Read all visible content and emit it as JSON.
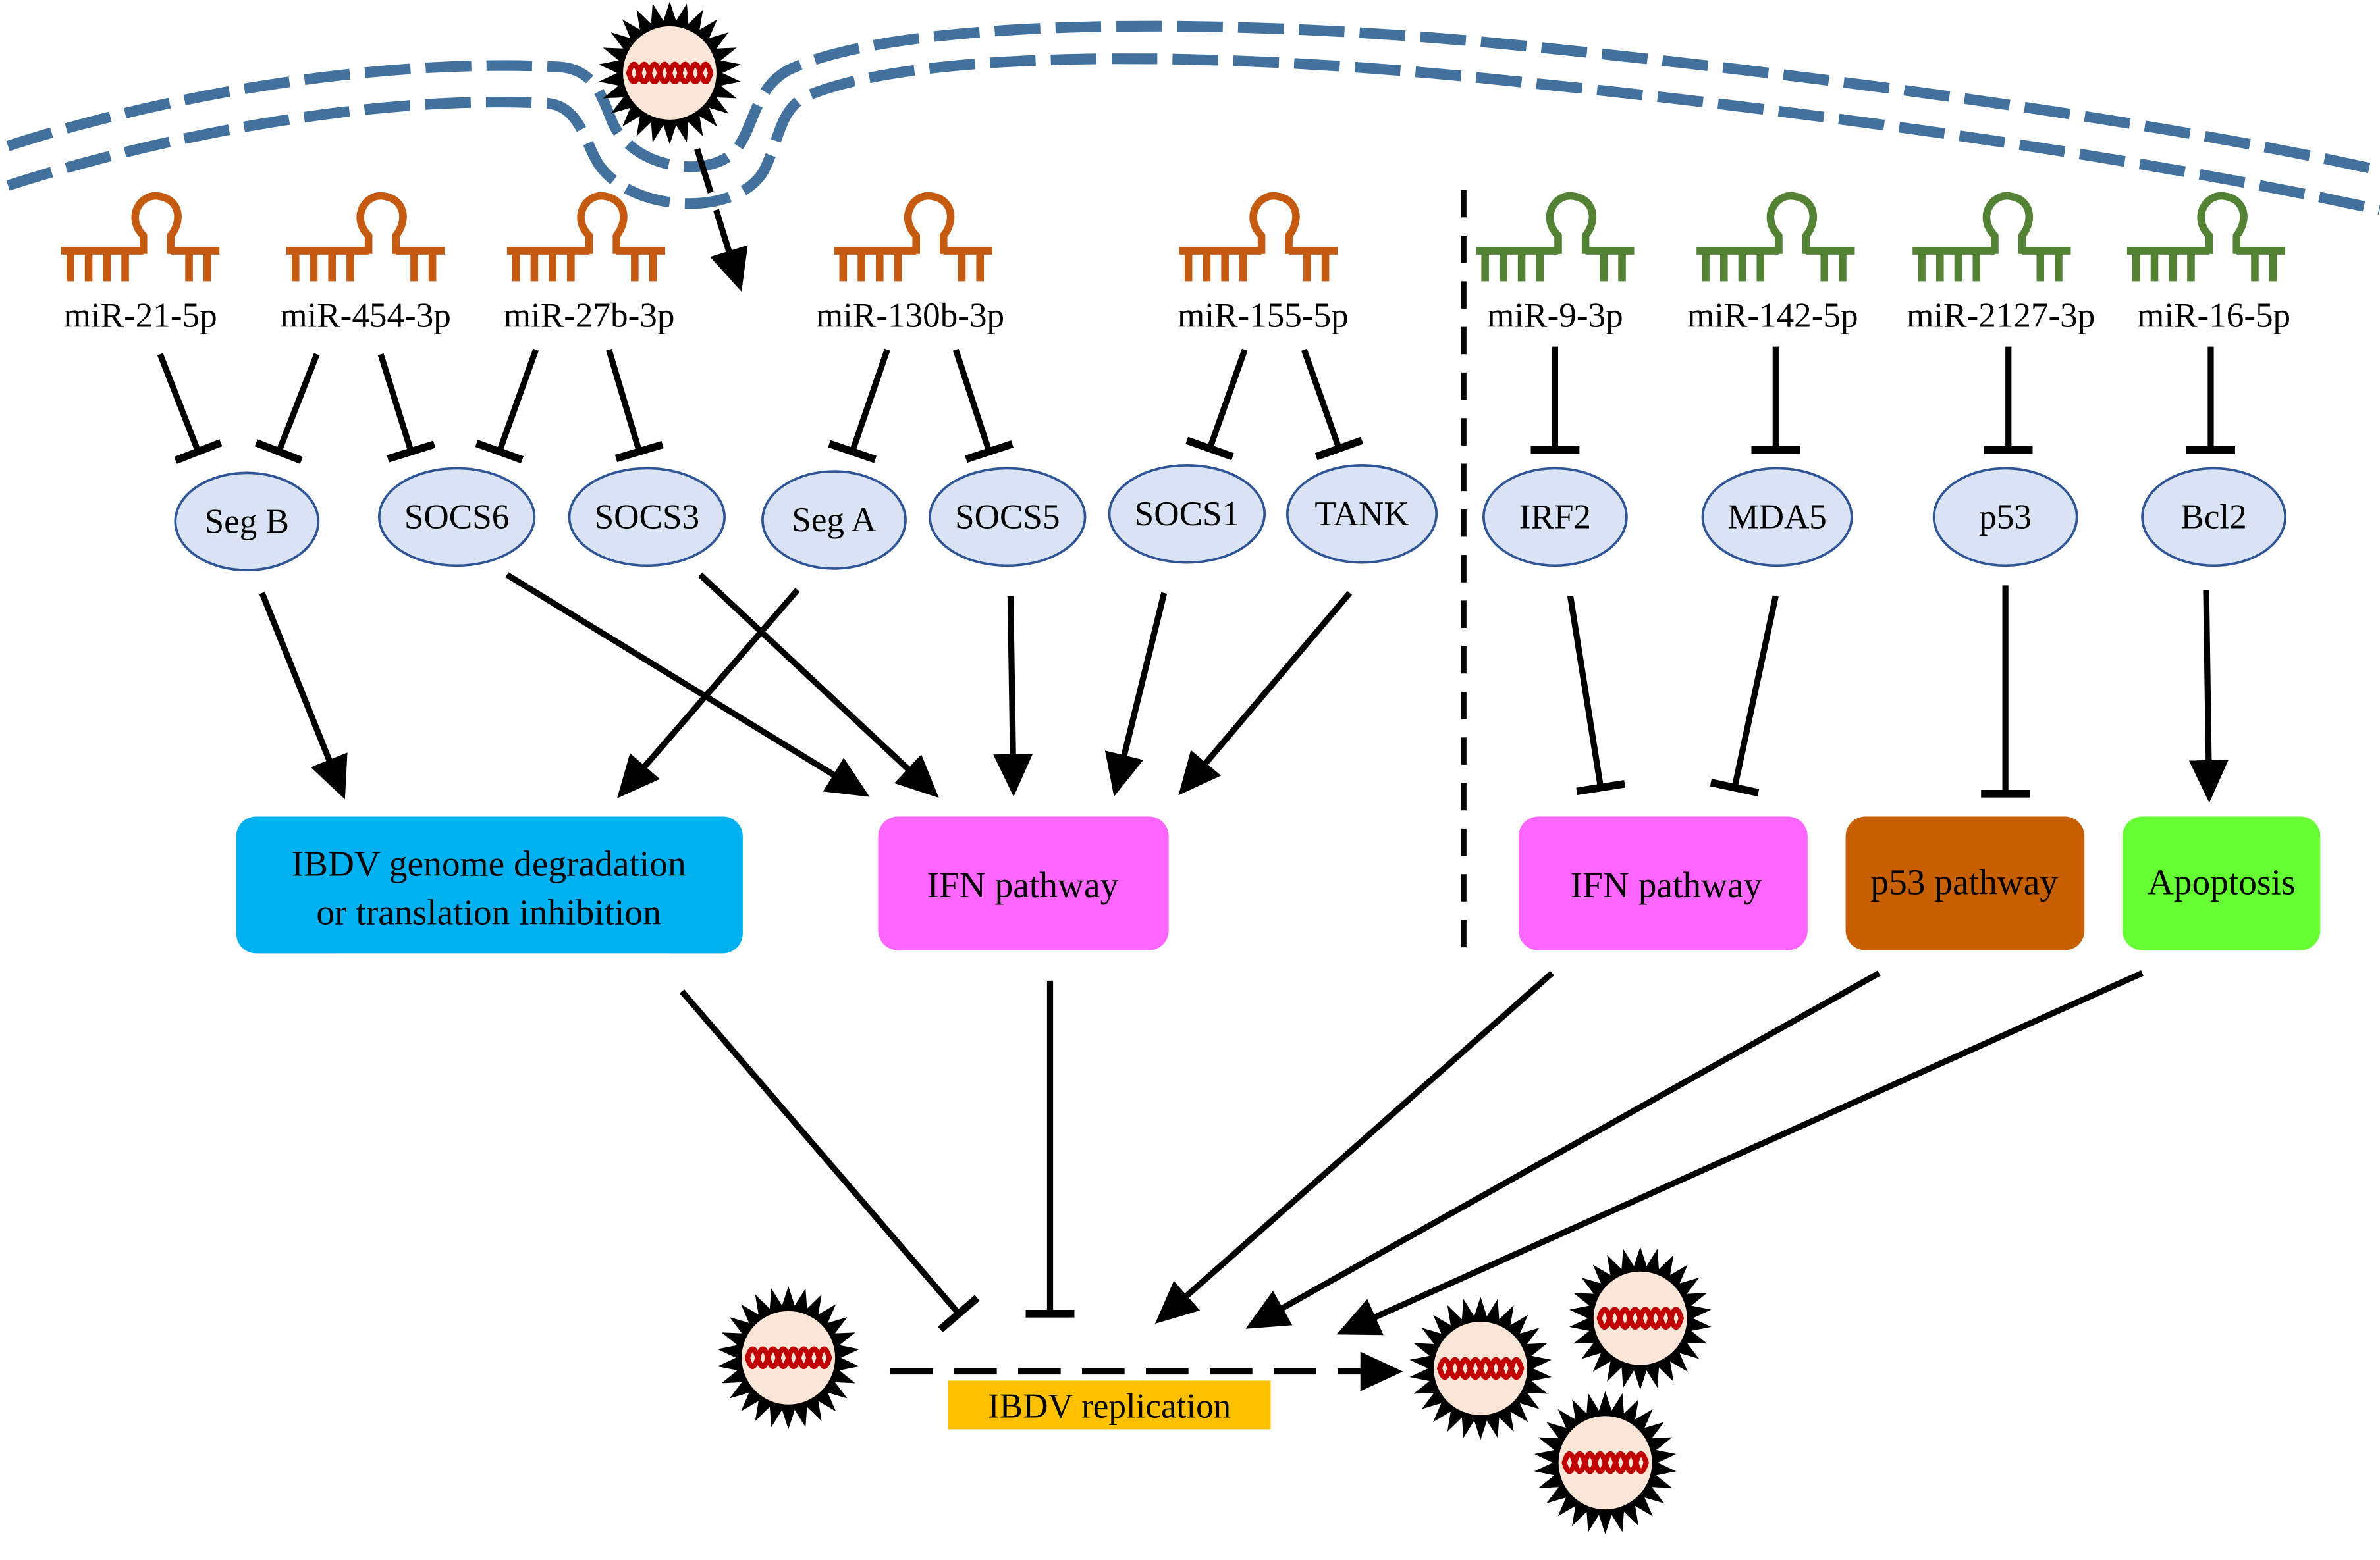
{
  "colors": {
    "membrane": "#41719c",
    "mirna_left": "#c55a11",
    "mirna_right": "#548235",
    "target_fill": "#dae3f3",
    "box_degradation": "#00b0f0",
    "box_ifn": "#ff66ff",
    "box_p53": "#c65f00",
    "box_apoptosis": "#66ff33",
    "replication_label": "#ffc000",
    "virus_capsid": "#fbe5d6",
    "virus_genome": "#c00000"
  },
  "icons": {
    "virus": "virus-particle-icon",
    "mirna": "mirna-hairpin-icon"
  },
  "mirnas": {
    "left": [
      "miR-21-5p",
      "miR-454-3p",
      "miR-27b-3p",
      "miR-130b-3p",
      "miR-155-5p"
    ],
    "right": [
      "miR-9-3p",
      "miR-142-5p",
      "miR-2127-3p",
      "miR-16-5p"
    ]
  },
  "targets": [
    "Seg B",
    "SOCS6",
    "SOCS3",
    "Seg A",
    "SOCS5",
    "SOCS1",
    "TANK",
    "IRF2",
    "MDA5",
    "p53",
    "Bcl2"
  ],
  "pathways": {
    "degradation": [
      "IBDV genome degradation",
      "or translation inhibition"
    ],
    "ifn_left": "IFN pathway",
    "ifn_right": "IFN pathway",
    "p53": "p53 pathway",
    "apoptosis": "Apoptosis"
  },
  "replication": "IBDV replication"
}
